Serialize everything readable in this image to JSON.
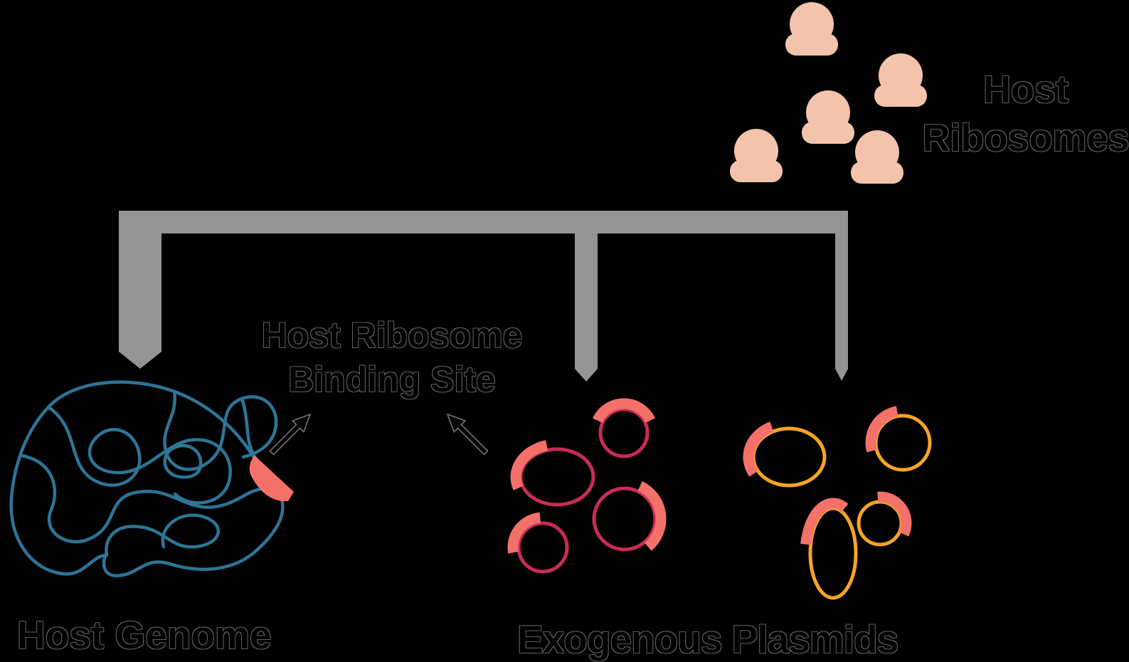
{
  "title": "Exogenous plasmid expression diagram",
  "labels": {
    "host_ribosomes": {
      "line1": "Host",
      "line2": "Ribosomes"
    },
    "rbs": {
      "line1": "Host Ribosome",
      "line2": "Binding Site"
    },
    "host_genome": "Host Genome",
    "exogenous_plasmids": "Exogenous Plasmids"
  },
  "colors": {
    "background": "#000000",
    "ribosome": "#F4C3AC",
    "connector": "#949494",
    "genome": "#2E7496",
    "plasmid_red": "#C72C55",
    "plasmid_orange": "#F5A524",
    "binding_site": "#F4716A",
    "label_outline": "#5F5F5F"
  },
  "structure": {
    "ribosome_count": 5,
    "red_plasmid_count": 4,
    "orange_plasmid_count": 4,
    "connector_arrow_targets": [
      "host-genome",
      "red-plasmids",
      "orange-plasmids"
    ]
  }
}
